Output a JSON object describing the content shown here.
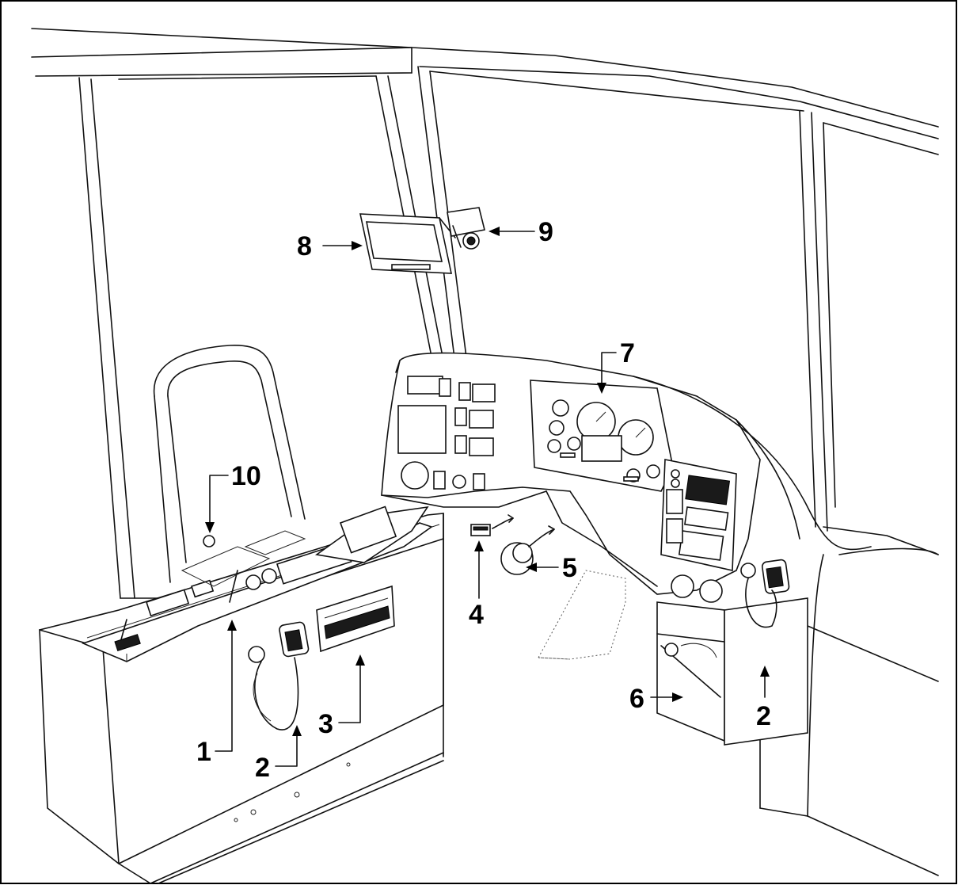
{
  "callouts": {
    "c1": "1",
    "c2a": "2",
    "c2b": "2",
    "c3": "3",
    "c4": "4",
    "c5": "5",
    "c6": "6",
    "c7": "7",
    "c8": "8",
    "c9": "9",
    "c10": "10"
  },
  "style": {
    "line_color": "#111111",
    "background": "#ffffff"
  }
}
